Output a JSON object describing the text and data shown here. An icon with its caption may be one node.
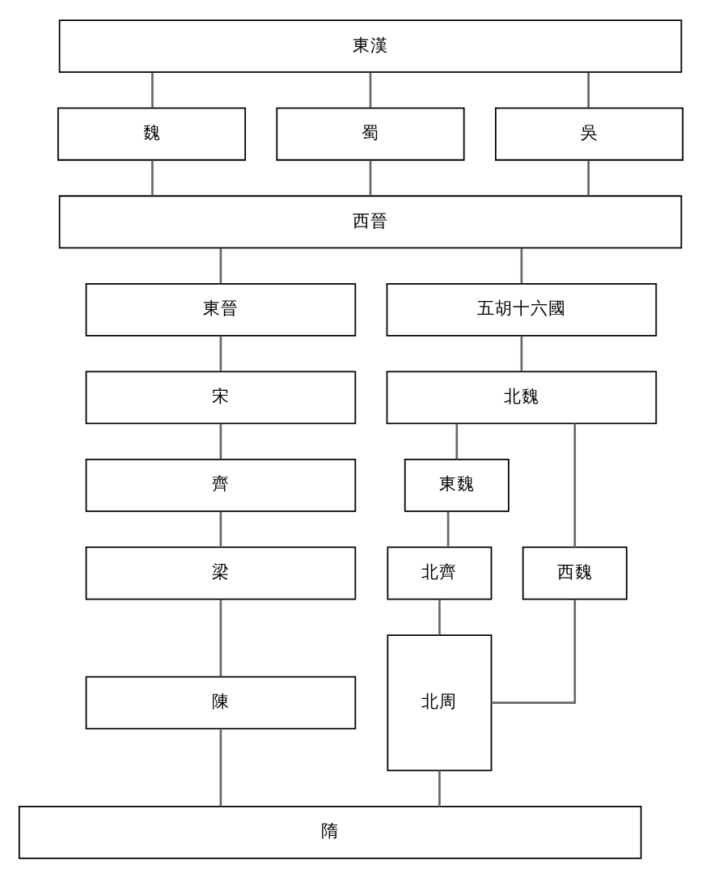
{
  "diagram": {
    "nodes": [
      {
        "text": [
          "東漢"
        ]
      },
      {
        "text": [
          "魏"
        ]
      },
      {
        "text": [
          "蜀"
        ]
      },
      {
        "text": [
          "吳"
        ]
      },
      {
        "text": [
          "西晉"
        ]
      },
      {
        "text": [
          "東晉"
        ]
      },
      {
        "text": [
          "五胡十六國"
        ]
      },
      {
        "text": [
          "宋"
        ]
      },
      {
        "text": [
          "北魏"
        ]
      },
      {
        "text": [
          "齊"
        ]
      },
      {
        "text": [
          "東魏"
        ]
      },
      {
        "text": [
          "西魏"
        ]
      },
      {
        "text": [
          "梁"
        ]
      },
      {
        "text": [
          "北齊"
        ]
      },
      {
        "text": [
          "北周"
        ]
      },
      {
        "text": [
          "陳"
        ]
      },
      {
        "text": [
          "隋"
        ]
      }
    ],
    "edges": [
      {
        "from": 0,
        "to": 1,
        "arrow": "none"
      },
      {
        "from": 0,
        "to": 2,
        "arrow": "none"
      },
      {
        "from": 0,
        "to": 3,
        "arrow": "none"
      },
      {
        "from": 1,
        "to": 4,
        "arrow": "none"
      },
      {
        "from": 2,
        "to": 4,
        "arrow": "none"
      },
      {
        "from": 3,
        "to": 4,
        "arrow": "none"
      },
      {
        "from": 4,
        "to": 5,
        "arrow": "none"
      },
      {
        "from": 4,
        "to": 6,
        "arrow": "none"
      },
      {
        "from": 5,
        "to": 7,
        "arrow": "none"
      },
      {
        "from": 6,
        "to": 8,
        "arrow": "none"
      },
      {
        "from": 7,
        "to": 9,
        "arrow": "none"
      },
      {
        "from": 8,
        "to": 10,
        "arrow": "none"
      },
      {
        "from": 8,
        "to": 11,
        "arrow": "none"
      },
      {
        "from": 9,
        "to": 12,
        "arrow": "none"
      },
      {
        "from": 10,
        "to": 13,
        "arrow": "none"
      },
      {
        "from": 11,
        "to": 14,
        "arrow": "none"
      },
      {
        "from": 12,
        "to": 15,
        "arrow": "none"
      },
      {
        "from": 13,
        "to": 14,
        "arrow": "none"
      },
      {
        "from": 15,
        "to": 16,
        "arrow": "none"
      },
      {
        "from": 14,
        "to": 16,
        "arrow": "none"
      }
    ]
  }
}
